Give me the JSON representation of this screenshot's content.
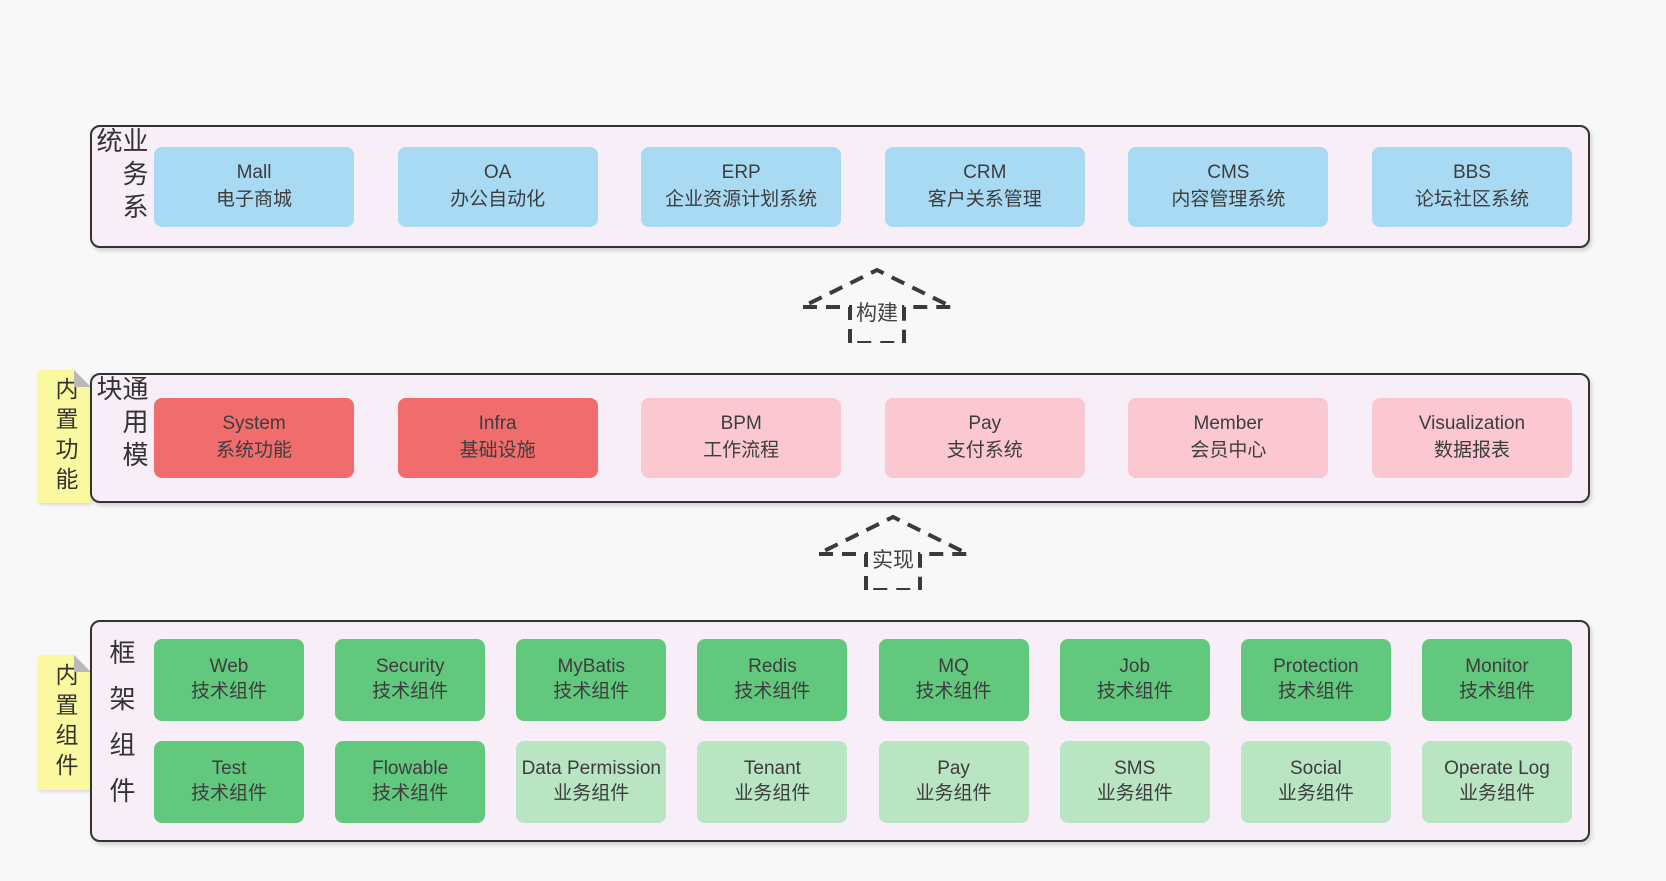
{
  "palette": {
    "page_bg": "#f8f8f8",
    "panel_bg": "#f8eef7",
    "panel_border": "#333333",
    "business_box_blue": "#a8daf4",
    "module_box_red": "#f16c6c",
    "module_box_pink": "#fbc7d1",
    "component_box_green": "#62c87e",
    "component_box_light_green": "#b9e5c3",
    "tab_yellow": "#fbf9a0",
    "fold_gray": "#b9b9b9",
    "text": "#3d3d3d"
  },
  "sections": {
    "business": {
      "label": "业务系统",
      "boxes": [
        {
          "en": "Mall",
          "zh": "电子商城"
        },
        {
          "en": "OA",
          "zh": "办公自动化"
        },
        {
          "en": "ERP",
          "zh": "企业资源计划系统"
        },
        {
          "en": "CRM",
          "zh": "客户关系管理"
        },
        {
          "en": "CMS",
          "zh": "内容管理系统"
        },
        {
          "en": "BBS",
          "zh": "论坛社区系统"
        }
      ]
    },
    "modules": {
      "label": "通用模块",
      "tab": "内置功能",
      "boxes": [
        {
          "en": "System",
          "zh": "系统功能"
        },
        {
          "en": "Infra",
          "zh": "基础设施"
        },
        {
          "en": "BPM",
          "zh": "工作流程"
        },
        {
          "en": "Pay",
          "zh": "支付系统"
        },
        {
          "en": "Member",
          "zh": "会员中心"
        },
        {
          "en": "Visualization",
          "zh": "数据报表"
        }
      ]
    },
    "components": {
      "label": "框架组件",
      "tab": "内置组件",
      "row1": [
        {
          "en": "Web",
          "zh": "技术组件"
        },
        {
          "en": "Security",
          "zh": "技术组件"
        },
        {
          "en": "MyBatis",
          "zh": "技术组件"
        },
        {
          "en": "Redis",
          "zh": "技术组件"
        },
        {
          "en": "MQ",
          "zh": "技术组件"
        },
        {
          "en": "Job",
          "zh": "技术组件"
        },
        {
          "en": "Protection",
          "zh": "技术组件"
        },
        {
          "en": "Monitor",
          "zh": "技术组件"
        }
      ],
      "row2": [
        {
          "en": "Test",
          "zh": "技术组件"
        },
        {
          "en": "Flowable",
          "zh": "技术组件"
        },
        {
          "en": "Data Permission",
          "zh": "业务组件"
        },
        {
          "en": "Tenant",
          "zh": "业务组件"
        },
        {
          "en": "Pay",
          "zh": "业务组件"
        },
        {
          "en": "SMS",
          "zh": "业务组件"
        },
        {
          "en": "Social",
          "zh": "业务组件"
        },
        {
          "en": "Operate Log",
          "zh": "业务组件"
        }
      ]
    }
  },
  "arrows": {
    "build": {
      "label": "构建"
    },
    "implement": {
      "label": "实现"
    }
  }
}
